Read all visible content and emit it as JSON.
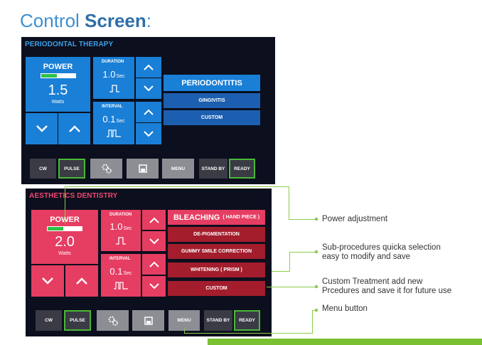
{
  "heading": {
    "light": "Control ",
    "bold": "Screen",
    "suffix": ":"
  },
  "screen1": {
    "title": "PERIODONTAL THERAPY",
    "power": {
      "label": "POWER",
      "value": "1.5",
      "unit": "Watts",
      "level_fraction": 0.45
    },
    "duration": {
      "label": "DURATION",
      "value": "1.0",
      "unit": "Sec"
    },
    "interval": {
      "label": "INTERVAL",
      "value": "0.1",
      "unit": "Sec"
    },
    "procedures": [
      "PERIODONTITIS",
      "GINGIVITIS",
      "CUSTOM"
    ],
    "buttons": {
      "cw": "CW",
      "pulse": "PULSE",
      "menu": "MENU",
      "standby": "STAND BY",
      "ready": "READY"
    }
  },
  "screen2": {
    "title": "AESTHETICS DENTISTRY",
    "power": {
      "label": "POWER",
      "value": "2.0",
      "unit": "Watts",
      "level_fraction": 0.45
    },
    "duration": {
      "label": "DURATION",
      "value": "1.0",
      "unit": "Sec"
    },
    "interval": {
      "label": "INTERVAL",
      "value": "0.1",
      "unit": "Sec"
    },
    "procedures": [
      "BLEACHING",
      "DE-PIGMENTATION",
      "GUMMY SMILE CORRECTION",
      "WHITENING ( PRISM )",
      "CUSTOM"
    ],
    "procedure_suffix": "( HAND PIECE )",
    "buttons": {
      "cw": "CW",
      "pulse": "PULSE",
      "menu": "MENU",
      "standby": "STAND BY",
      "ready": "READY"
    }
  },
  "callouts": {
    "power": "Power adjustment",
    "sub1": "Sub-procedures quicka selection",
    "sub2": "easy to modify and save",
    "custom1": "Custom Treatment add new",
    "custom2": "Prcedures and save it for future use",
    "menu": "Menu button"
  },
  "colors": {
    "blue": "#1a7fd6",
    "red": "#e63d62",
    "green": "#8ccc4a"
  }
}
